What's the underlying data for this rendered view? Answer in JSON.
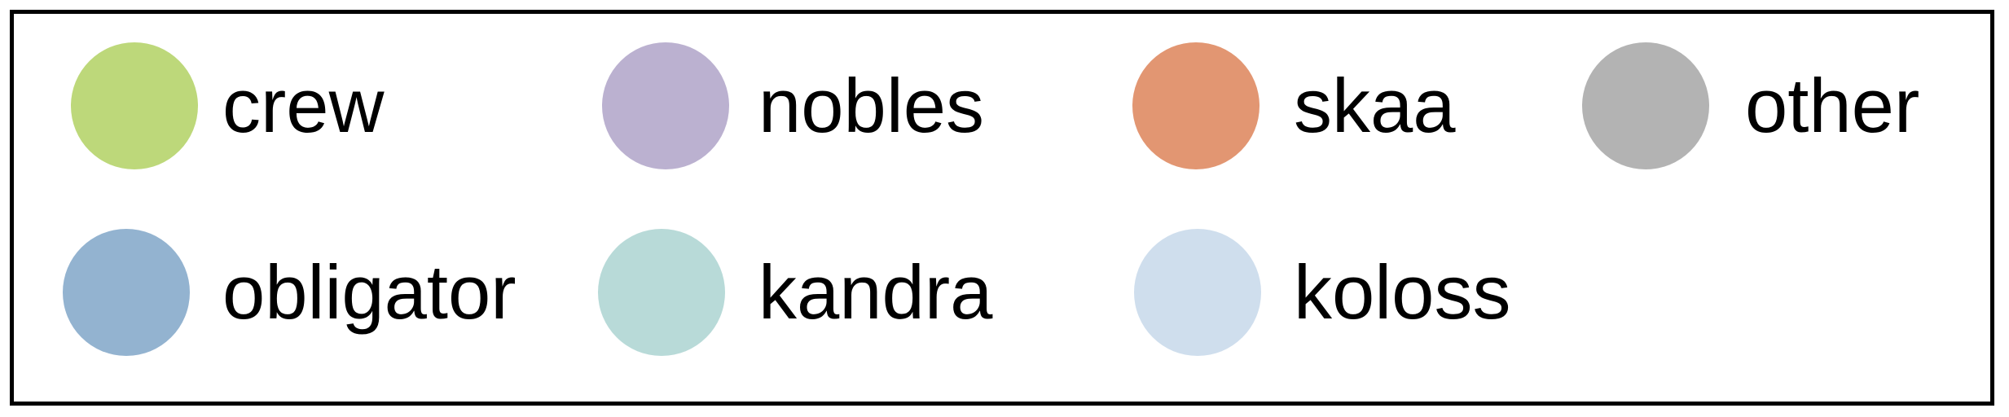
{
  "legend": {
    "items": [
      {
        "label": "crew",
        "color": "#bdd87a"
      },
      {
        "label": "nobles",
        "color": "#bbb1d0"
      },
      {
        "label": "skaa",
        "color": "#e29672"
      },
      {
        "label": "other",
        "color": "#b3b3b3"
      },
      {
        "label": "obligator",
        "color": "#93b3d0"
      },
      {
        "label": "kandra",
        "color": "#b8dad8"
      },
      {
        "label": "koloss",
        "color": "#cfdeed"
      }
    ]
  }
}
